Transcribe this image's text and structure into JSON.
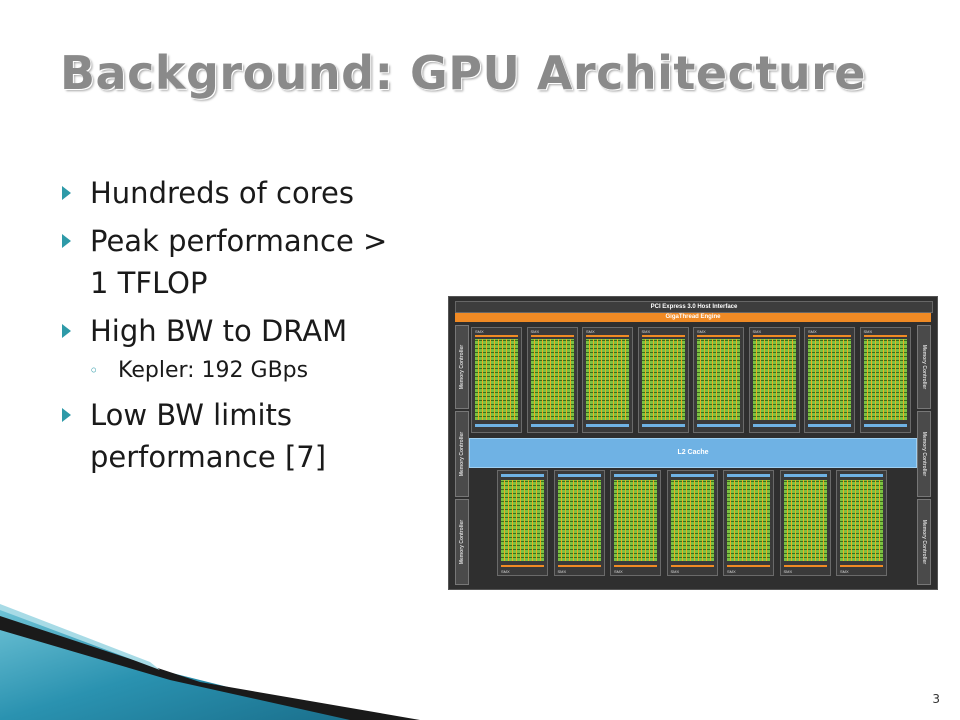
{
  "slide": {
    "title": "Background: GPU Architecture",
    "page_number": "3"
  },
  "bullets": {
    "b1": "Hundreds of cores",
    "b2_line1": "Peak performance >",
    "b2_line2": "1 TFLOP",
    "b3": "High BW to DRAM",
    "b3_sub": "Kepler: 192 GBps",
    "b4_line1": "Low BW limits",
    "b4_line2": "performance [7]"
  },
  "diagram": {
    "pci_label": "PCI Express 3.0 Host Interface",
    "giga_label": "GigaThread Engine",
    "l2_label": "L2 Cache",
    "smx_label": "SMX",
    "memctl_label": "Memory Controller"
  },
  "colors": {
    "accent": "#2e9aa8",
    "title_gray": "#8a8a8a",
    "core_green": "#7bc142",
    "engine_orange": "#f08a24",
    "cache_blue": "#6fb2e4"
  }
}
